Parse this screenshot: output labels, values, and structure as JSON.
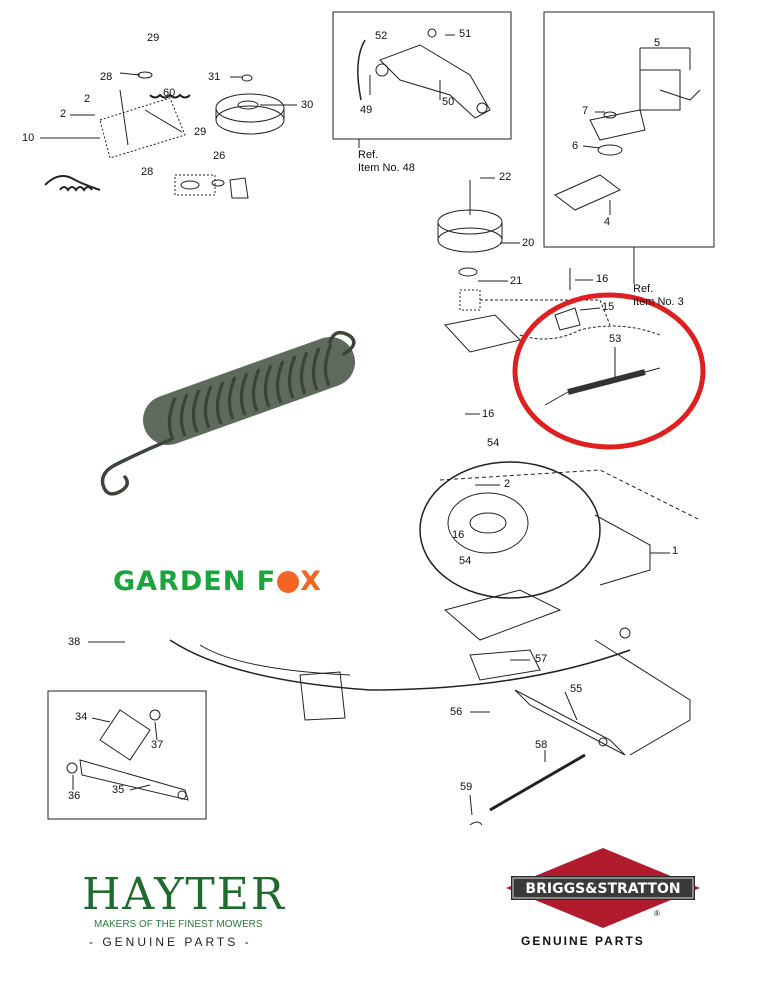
{
  "diagram": {
    "callouts": [
      {
        "id": "c29a",
        "text": "29"
      },
      {
        "id": "c28a",
        "text": "28"
      },
      {
        "id": "c2a",
        "text": "2"
      },
      {
        "id": "c60",
        "text": "60"
      },
      {
        "id": "c2b",
        "text": "2"
      },
      {
        "id": "c10",
        "text": "10"
      },
      {
        "id": "c29b",
        "text": "29"
      },
      {
        "id": "c28b",
        "text": "28"
      },
      {
        "id": "c26",
        "text": "26"
      },
      {
        "id": "c31",
        "text": "31"
      },
      {
        "id": "c30",
        "text": "30"
      },
      {
        "id": "c52",
        "text": "52"
      },
      {
        "id": "c51",
        "text": "51"
      },
      {
        "id": "c49",
        "text": "49"
      },
      {
        "id": "c50",
        "text": "50"
      },
      {
        "id": "c5",
        "text": "5"
      },
      {
        "id": "c7",
        "text": "7"
      },
      {
        "id": "c6",
        "text": "6"
      },
      {
        "id": "c4",
        "text": "4"
      },
      {
        "id": "c22",
        "text": "22"
      },
      {
        "id": "c20",
        "text": "20"
      },
      {
        "id": "c21",
        "text": "21"
      },
      {
        "id": "c16a",
        "text": "16"
      },
      {
        "id": "c15",
        "text": "15"
      },
      {
        "id": "c53",
        "text": "53"
      },
      {
        "id": "c16b",
        "text": "16"
      },
      {
        "id": "c54a",
        "text": "54"
      },
      {
        "id": "c2c",
        "text": "2"
      },
      {
        "id": "c16c",
        "text": "16"
      },
      {
        "id": "c54b",
        "text": "54"
      },
      {
        "id": "c1",
        "text": "1"
      },
      {
        "id": "c38",
        "text": "38"
      },
      {
        "id": "c57",
        "text": "57"
      },
      {
        "id": "c55",
        "text": "55"
      },
      {
        "id": "c56",
        "text": "56"
      },
      {
        "id": "c58",
        "text": "58"
      },
      {
        "id": "c59",
        "text": "59"
      },
      {
        "id": "c34",
        "text": "34"
      },
      {
        "id": "c37",
        "text": "37"
      },
      {
        "id": "c36",
        "text": "36"
      },
      {
        "id": "c35",
        "text": "35"
      }
    ],
    "ref_48": [
      "Ref.",
      "Item No. 48"
    ],
    "ref_3": [
      "Ref.",
      "Item No. 3"
    ],
    "highlight_color": "#e02020"
  },
  "brands": {
    "garden_fox": {
      "part1": "GARDEN F",
      "part2": "X",
      "color_green": "#19a53b",
      "color_orange": "#f26522"
    },
    "hayter": {
      "name": "HAYTER",
      "tagline": "MAKERS OF THE FINEST MOWERS",
      "sub": "- GENUINE PARTS -",
      "color": "#1f6b2e"
    },
    "briggs": {
      "name": "BRIGGS&STRATTON",
      "reg": "®",
      "sub": "GENUINE PARTS",
      "color": "#b01c2e"
    }
  }
}
